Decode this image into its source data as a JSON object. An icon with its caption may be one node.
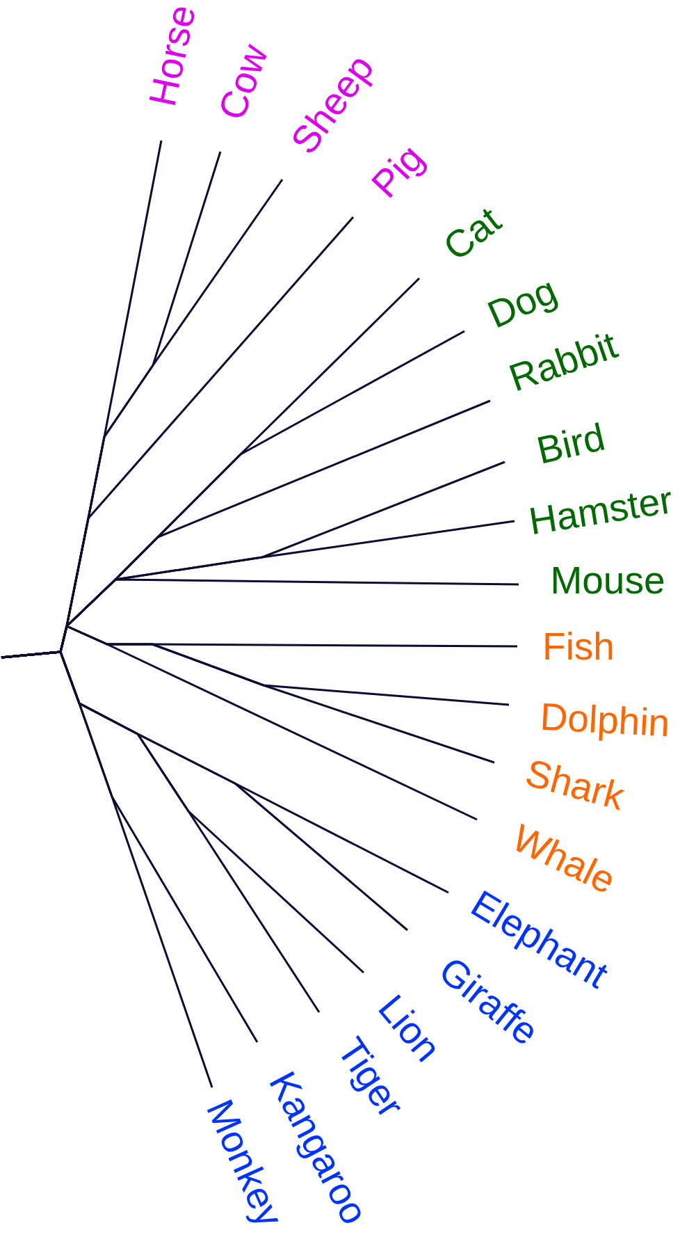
{
  "diagram": {
    "nodes": [
      {
        "text": [
          "Horse"
        ]
      },
      {
        "text": [
          "Cow"
        ]
      },
      {
        "text": [
          "Sheep"
        ]
      },
      {
        "text": [
          "Pig"
        ]
      },
      {
        "text": [
          "Cat"
        ]
      },
      {
        "text": [
          "Dog"
        ]
      },
      {
        "text": [
          "Rabbit"
        ]
      },
      {
        "text": [
          "Bird"
        ]
      },
      {
        "text": [
          "Hamster"
        ]
      },
      {
        "text": [
          "Mouse"
        ]
      },
      {
        "text": [
          "Fish"
        ]
      },
      {
        "text": [
          "Dolphin"
        ]
      },
      {
        "text": [
          "Shark"
        ]
      },
      {
        "text": [
          "Whale"
        ]
      },
      {
        "text": [
          "Elephant"
        ]
      },
      {
        "text": [
          "Giraffe"
        ]
      },
      {
        "text": [
          "Lion"
        ]
      },
      {
        "text": [
          "Tiger"
        ]
      },
      {
        "text": [
          "Kangaroo"
        ]
      },
      {
        "text": [
          "Monkey"
        ]
      }
    ],
    "edges": [
      {
        "from": null,
        "to": 0,
        "arrow": "none"
      },
      {
        "from": null,
        "to": 1,
        "arrow": "none"
      },
      {
        "from": null,
        "to": 2,
        "arrow": "none"
      },
      {
        "from": null,
        "to": 3,
        "arrow": "none"
      },
      {
        "from": null,
        "to": 4,
        "arrow": "none"
      },
      {
        "from": null,
        "to": 5,
        "arrow": "none"
      },
      {
        "from": null,
        "to": 6,
        "arrow": "none"
      },
      {
        "from": null,
        "to": 7,
        "arrow": "none"
      },
      {
        "from": null,
        "to": 8,
        "arrow": "none"
      },
      {
        "from": null,
        "to": 9,
        "arrow": "none"
      },
      {
        "from": null,
        "to": 10,
        "arrow": "none"
      },
      {
        "from": null,
        "to": 11,
        "arrow": "none"
      },
      {
        "from": null,
        "to": 12,
        "arrow": "none"
      },
      {
        "from": null,
        "to": 13,
        "arrow": "none"
      },
      {
        "from": null,
        "to": 14,
        "arrow": "none"
      },
      {
        "from": null,
        "to": 15,
        "arrow": "none"
      },
      {
        "from": null,
        "to": 16,
        "arrow": "none"
      },
      {
        "from": null,
        "to": 17,
        "arrow": "none"
      },
      {
        "from": null,
        "to": 18,
        "arrow": "none"
      },
      {
        "from": null,
        "to": 19,
        "arrow": "none"
      }
    ]
  }
}
